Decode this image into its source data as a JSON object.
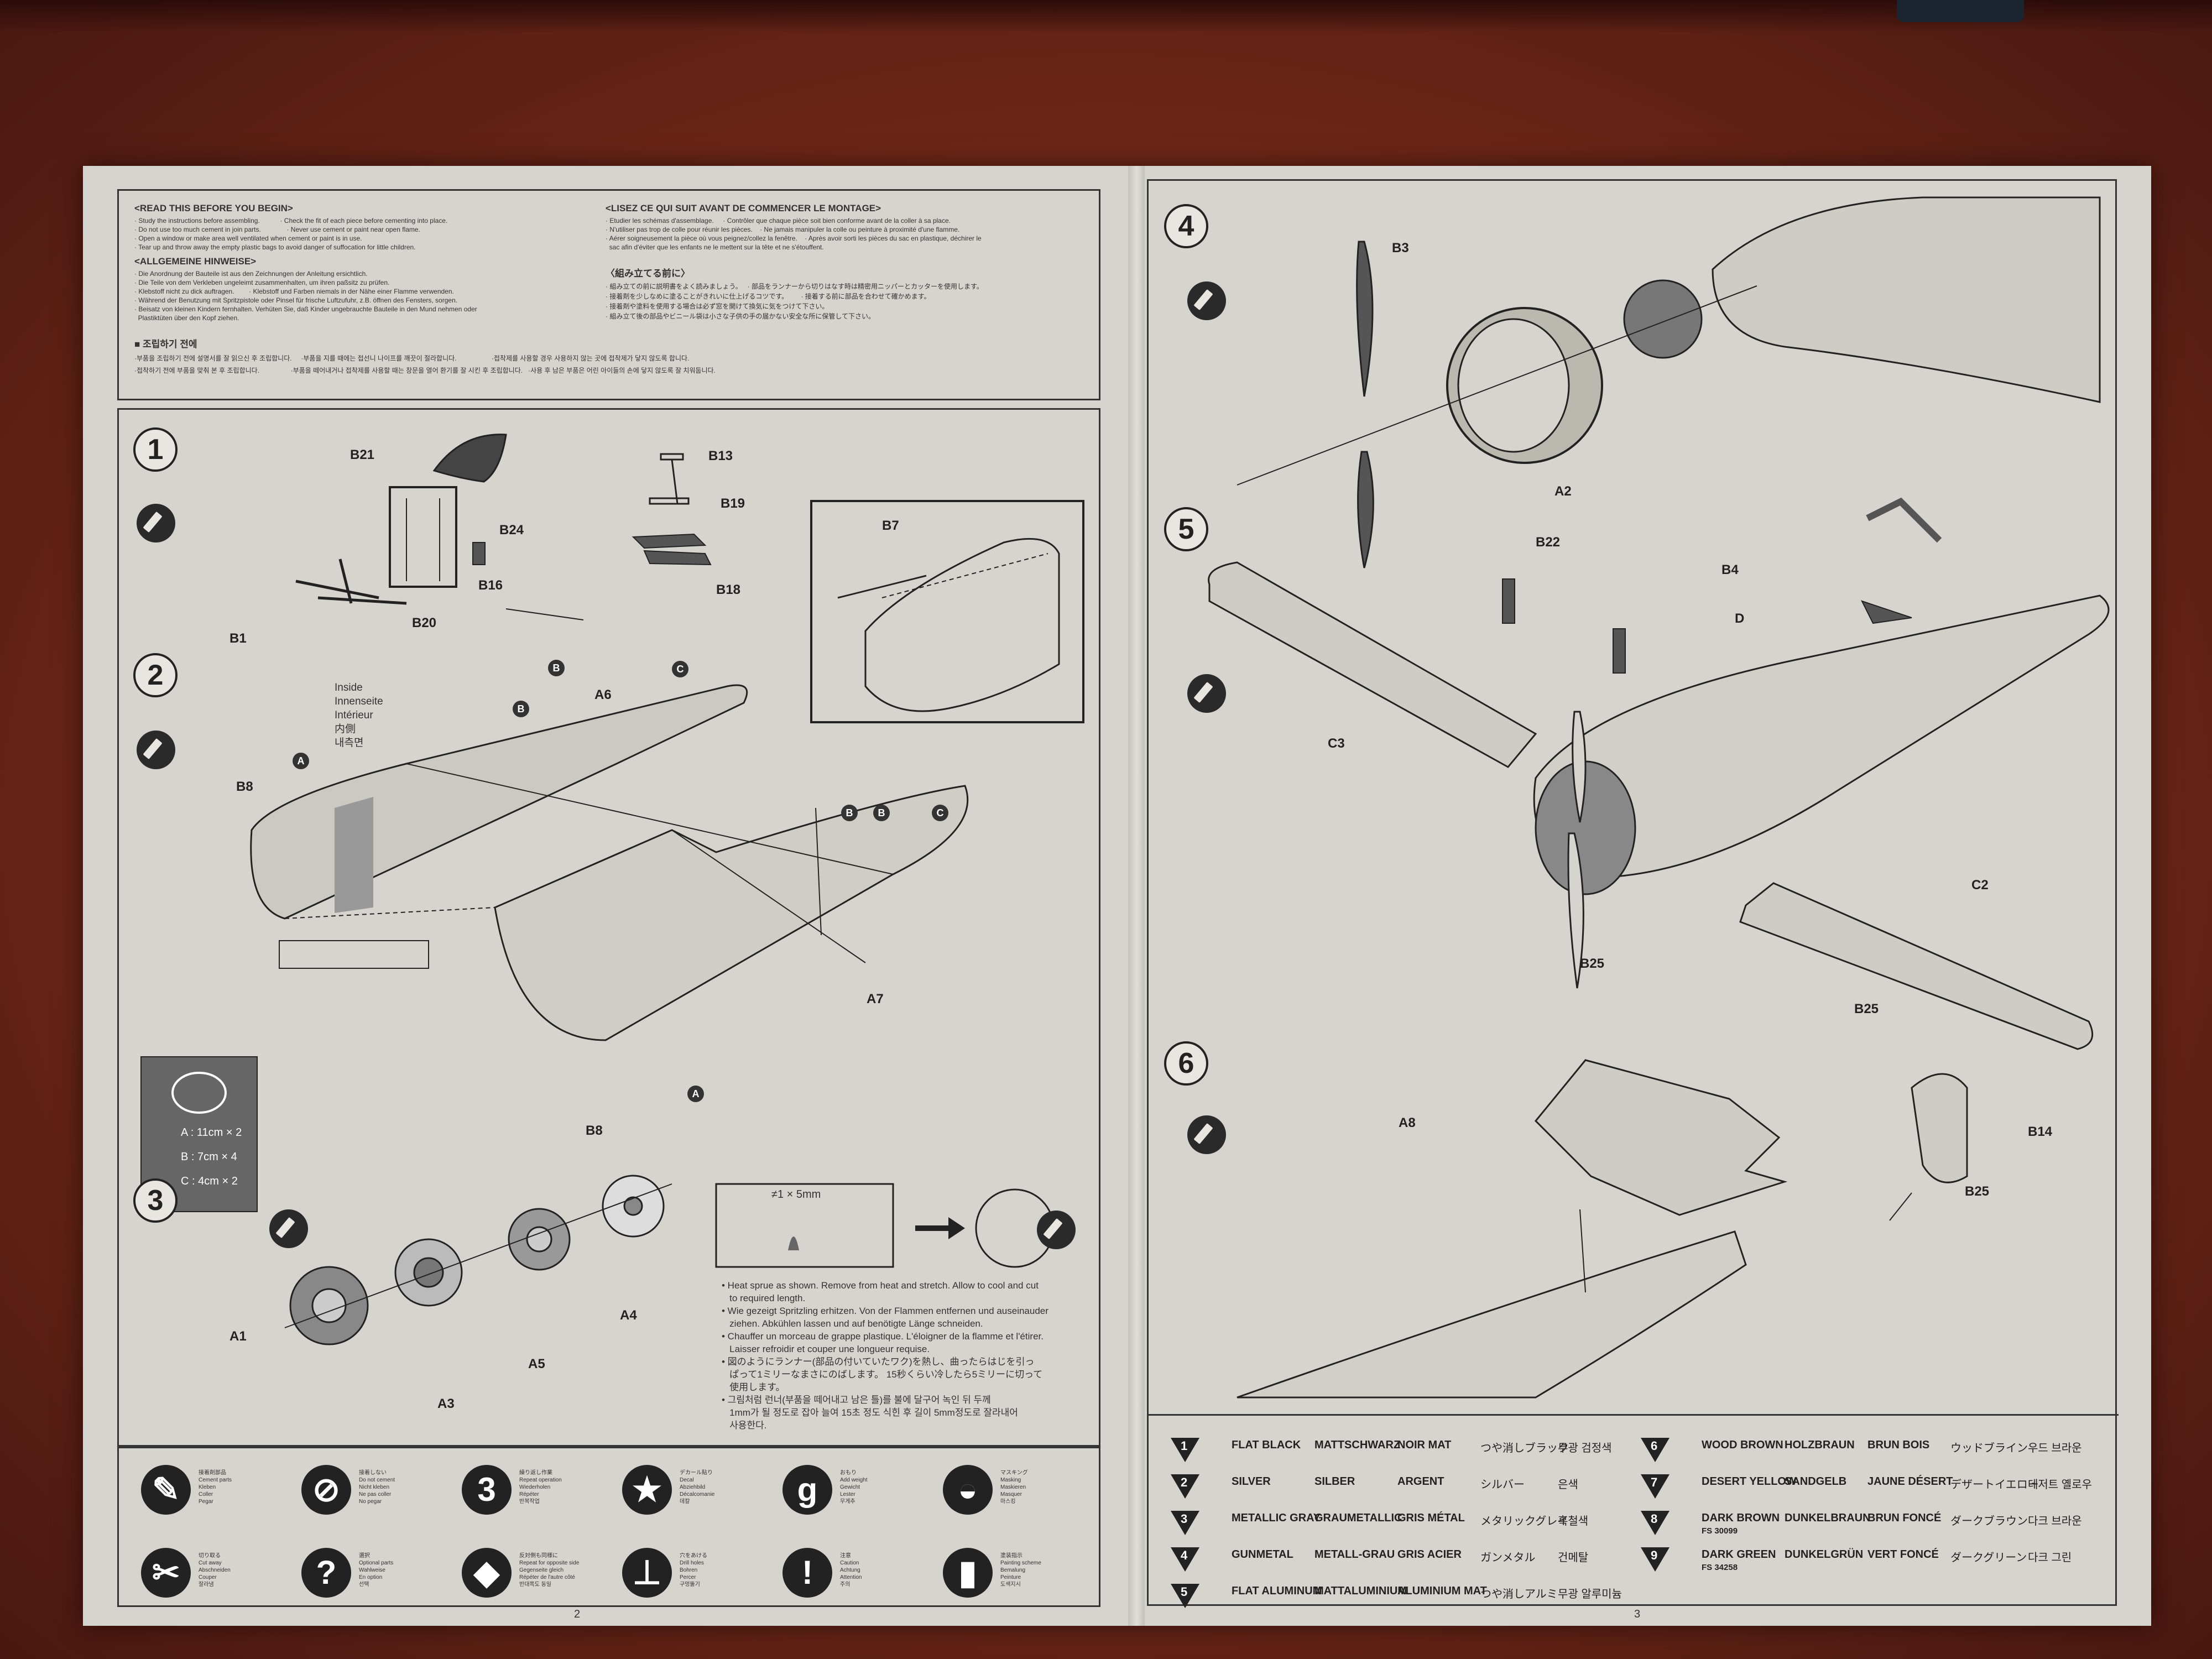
{
  "left_page": {
    "read_first": {
      "title": "<READ THIS BEFORE YOU BEGIN>",
      "lines": "· Study the instructions before assembling.           · Check the fit of each piece before cementing into place.\n· Do not use too much cement in join parts.              · Never use cement or paint near open flame.\n· Open a window or make area well ventilated when cement or paint is in use.\n· Tear up and throw away the empty plastic bags to avoid danger of suffocation for little children."
    },
    "allgemeine": {
      "title": "<ALLGEMEINE HINWEISE>",
      "lines": "· Die Anordnung der Bauteile ist aus den Zeichnungen der Anleitung ersichtlich.\n· Die Teile von dem Verkleben ungeleimt zusammenhalten, um ihren paßsitz zu prüfen.\n· Klebstoff nicht zu dick auftragen.        · Klebstoff und Farben niemals in der Nähe einer Flamme verwenden.\n· Während der Benutzung mit Spritzpistole oder Pinsel für frische Luftzufuhr, z.B. öffnen des Fensters, sorgen.\n· Beisatz von kleinen Kindern fernhalten. Verhüten Sie, daß Kinder ungebrauchte Bauteile in den Mund nehmen oder\n  Plastiktüten über den Kopf ziehen."
    },
    "korean_title": "■ 조립하기 전에",
    "korean_lines": "·부품을 조립하기 전에 설명서를 잘 읽으신 후 조립합니다.     ·부품을 지를 때에는 접선니 나이프를 깨끗이 절라합니다.                   ·접착제를 사용할 경우 사용하지 않는 곳에 접착제가 닿지 않도록 합니다.\n·접착하기 전에 부품을 맞춰 본 후 조립합니다.                 ·부품을 떼어내거나 접착제를 사용할 때는 창문을 열어 환기를 잘 시킨 후 조립합니다.   ·사용 후 남은 부품은 어린 아이들의 손에 닿지 않도록 잘 치워둡니다.",
    "lisez": {
      "title": "<LISEZ CE QUI SUIT AVANT DE COMMENCER LE MONTAGE>",
      "lines": "· Etudier les schémas d'assemblage.     · Contrôler que chaque pièce soit bien conforme avant de la coller à sa place.\n· N'utiliser pas trop de colle pour réunir les pièces.    · Ne jamais manipuler la colle ou peinture à proximité d'une flamme.\n· Aérer soigneusement la pièce où vous peignez/collez la fenêtre.    · Après avoir sorti les pièces du sac en plastique, déchirer le\n  sac afin d'éviter que les enfants ne le mettent sur la tête et ne s'étouffent."
    },
    "japanese_title": "〈組み立てる前に〉",
    "japanese_lines": "· 組み立ての前に説明書をよく読みましょう。   · 部品をランナーから切りはなす時は精密用ニッパーとカッターを使用します。\n· 接着剤を少しなめに塗ることがきれいに仕上げるコツです。       · 接着する前に部品を合わせて確かめます。\n· 接着剤や塗料を使用する場合は必ず窓を開けて換気に気をつけて下さい。\n· 組み立て後の部品やビニール袋は小さな子供の手の届かない安全な所に保管して下さい。",
    "step1": {
      "number": "1",
      "labels": {
        "b21": "B21",
        "b24": "B24",
        "b16": "B16",
        "b20": "B20",
        "b1": "B1",
        "b13": "B13",
        "b19": "B19",
        "b18": "B18",
        "b7": "B7"
      }
    },
    "step2": {
      "number": "2",
      "inside_labels": "Inside\nInnenseite\nIntérieur\n内側\n내측면",
      "labels": {
        "a6": "A6",
        "a7": "A7",
        "b8a": "B8",
        "b8b": "B8"
      },
      "rigging": {
        "a": "A : 11cm × 2",
        "b": "B : 7cm × 4",
        "c": "C : 4cm × 2"
      }
    },
    "step3": {
      "number": "3",
      "labels": {
        "a1": "A1",
        "a3": "A3",
        "a4": "A4",
        "a5": "A5"
      }
    },
    "sprue": {
      "measure": "≠1 × 5mm",
      "text": "• Heat sprue as shown. Remove from heat and stretch. Allow to cool and cut\n   to required length.\n• Wie gezeigt Spritzling erhitzen. Von der Flammen entfernen und auseinauder\n   ziehen. Abkühlen lassen und auf benötigte Länge schneiden.\n• Chauffer un morceau de grappe plastique. L'éloigner de la flamme et l'étirer.\n   Laisser refroidir et couper une longueur requise.\n• 図のようにランナー(部品の付いていたワク)を熱し、曲ったらはじを引っ\n   ぱって1ミリーなまさにのばします。 15秒くらい冷したら5ミリーに切って\n   使用します。\n• 그림처럼 런너(부품을 떼어내고 남은 틀)를 불에 달구어 녹인 뒤 두께\n   1mm가 될 정도로 잡아 늘여 15초 정도 식힌 후 길이 5mm정도로 잘라내어\n   사용한다."
    },
    "legend": [
      {
        "icon": "✎",
        "text": "接着剤部品\nCement parts\nKleben\nColler\nPegar"
      },
      {
        "icon": "⊘",
        "text": "接着しない\nDo not cement\nNicht kleben\nNe pas coller\nNo pegar"
      },
      {
        "icon": "3",
        "text": "繰り返し作業\nRepeat operation\nWiederholen\nRépéter\n반복작업"
      },
      {
        "icon": "★",
        "text": "デカール貼り\nDecal\nAbziehbild\nDécalcomanie\n데칼"
      },
      {
        "icon": "g",
        "text": "おもり\nAdd weight\nGewicht\nLester\n무게추"
      },
      {
        "icon": "◒",
        "text": "マスキング\nMasking\nMaskieren\nMasquer\n마스킹"
      },
      {
        "icon": "✂",
        "text": "切り取る\nCut away\nAbschneiden\nCouper\n잘라냄"
      },
      {
        "icon": "?",
        "text": "選択\nOptional parts\nWahlweise\nEn option\n선택"
      },
      {
        "icon": "◆",
        "text": "反対側も同様に\nRepeat for opposite side\nGegenseite gleich\nRépéter de l'autre côté\n반대쪽도 동일"
      },
      {
        "icon": "⊥",
        "text": "穴をあける\nDrill holes\nBohren\nPercer\n구멍뚫기"
      },
      {
        "icon": "!",
        "text": "注意\nCaution\nAchtung\nAttention\n주의"
      },
      {
        "icon": "▮",
        "text": "塗装指示\nPainting scheme\nBemalung\nPeinture\n도색지시"
      }
    ],
    "page_number": "2"
  },
  "right_page": {
    "step4": {
      "number": "4",
      "labels": {
        "b3": "B3",
        "a2": "A2"
      }
    },
    "step5": {
      "number": "5",
      "labels": {
        "b22": "B22",
        "b4": "B4",
        "d": "D",
        "c3": "C3",
        "c2": "C2"
      }
    },
    "step6": {
      "number": "6",
      "labels": {
        "b25a": "B25",
        "b25b": "B25",
        "b25c": "B25",
        "a8": "A8",
        "b14": "B14"
      }
    },
    "paints": [
      {
        "num": "1",
        "en": "FLAT BLACK",
        "de": "MATTSCHWARZ",
        "fr": "NOIR MAT",
        "jp": "つや消しブラック",
        "kr": "무광 검정색",
        "fs": ""
      },
      {
        "num": "2",
        "en": "SILVER",
        "de": "SILBER",
        "fr": "ARGENT",
        "jp": "シルバー",
        "kr": "은색",
        "fs": ""
      },
      {
        "num": "3",
        "en": "METALLIC GRAY",
        "de": "GRAUMETALLIC",
        "fr": "GRIS MÉTAL",
        "jp": "メタリックグレイ",
        "kr": "흑철색",
        "fs": ""
      },
      {
        "num": "4",
        "en": "GUNMETAL",
        "de": "METALL-GRAU",
        "fr": "GRIS ACIER",
        "jp": "ガンメタル",
        "kr": "건메탈",
        "fs": ""
      },
      {
        "num": "5",
        "en": "FLAT ALUMINUM",
        "de": "MATTALUMINIUM",
        "fr": "ALUMINIUM MAT",
        "jp": "つや消しアルミ",
        "kr": "무광 알루미늄",
        "fs": ""
      },
      {
        "num": "6",
        "en": "WOOD BROWN",
        "de": "HOLZBRAUN",
        "fr": "BRUN BOIS",
        "jp": "ウッドブライン",
        "kr": "우드 브라운",
        "fs": ""
      },
      {
        "num": "7",
        "en": "DESERT YELLOW",
        "de": "SANDGELB",
        "fr": "JAUNE DÉSERT",
        "jp": "デザートイエロー",
        "kr": "데저트 옐로우",
        "fs": ""
      },
      {
        "num": "8",
        "en": "DARK BROWN",
        "de": "DUNKELBRAUN",
        "fr": "BRUN FONCÉ",
        "jp": "ダークブラウン",
        "kr": "다크 브라운",
        "fs": "FS 30099"
      },
      {
        "num": "9",
        "en": "DARK GREEN",
        "de": "DUNKELGRÜN",
        "fr": "VERT FONCÉ",
        "jp": "ダークグリーン",
        "kr": "다크 그린",
        "fs": "FS 34258"
      }
    ],
    "page_number": "3"
  }
}
